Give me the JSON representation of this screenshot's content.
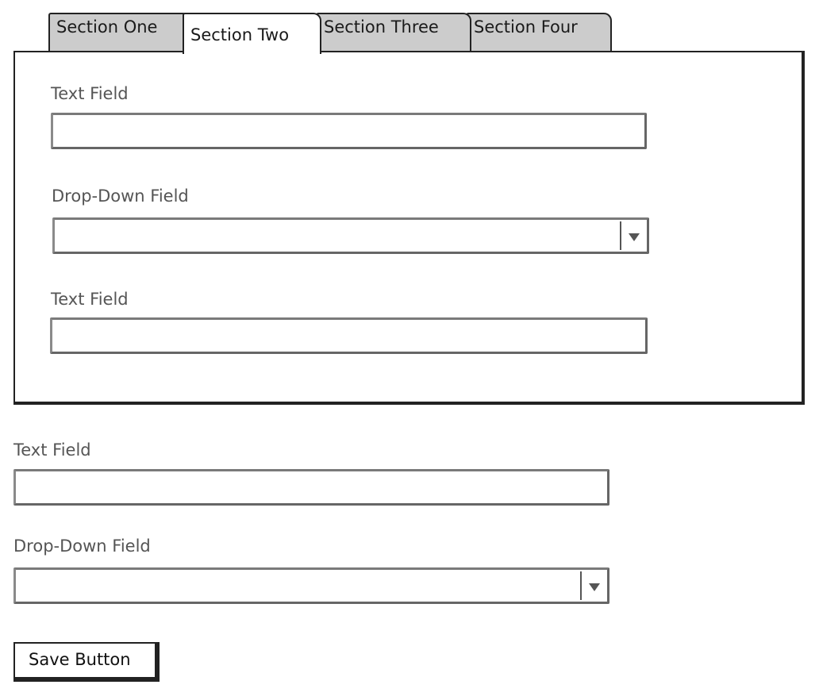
{
  "tabs": [
    {
      "label": "Section One",
      "active": false
    },
    {
      "label": "Section Two",
      "active": true
    },
    {
      "label": "Section Three",
      "active": false
    },
    {
      "label": "Section Four",
      "active": false
    }
  ],
  "panel": {
    "fields": [
      {
        "label": "Text Field",
        "type": "text",
        "value": ""
      },
      {
        "label": "Drop-Down Field",
        "type": "dropdown",
        "value": ""
      },
      {
        "label": "Text Field",
        "type": "text",
        "value": ""
      }
    ]
  },
  "form": {
    "fields": [
      {
        "label": "Text Field",
        "type": "text",
        "value": ""
      },
      {
        "label": "Drop-Down Field",
        "type": "dropdown",
        "value": ""
      }
    ],
    "save_label": "Save Button"
  },
  "icons": {
    "dropdown": "chevron-down-icon"
  },
  "colors": {
    "inactive_tab": "#cccccc",
    "active_tab": "#ffffff",
    "border": "#222222",
    "label_text": "#555555"
  }
}
